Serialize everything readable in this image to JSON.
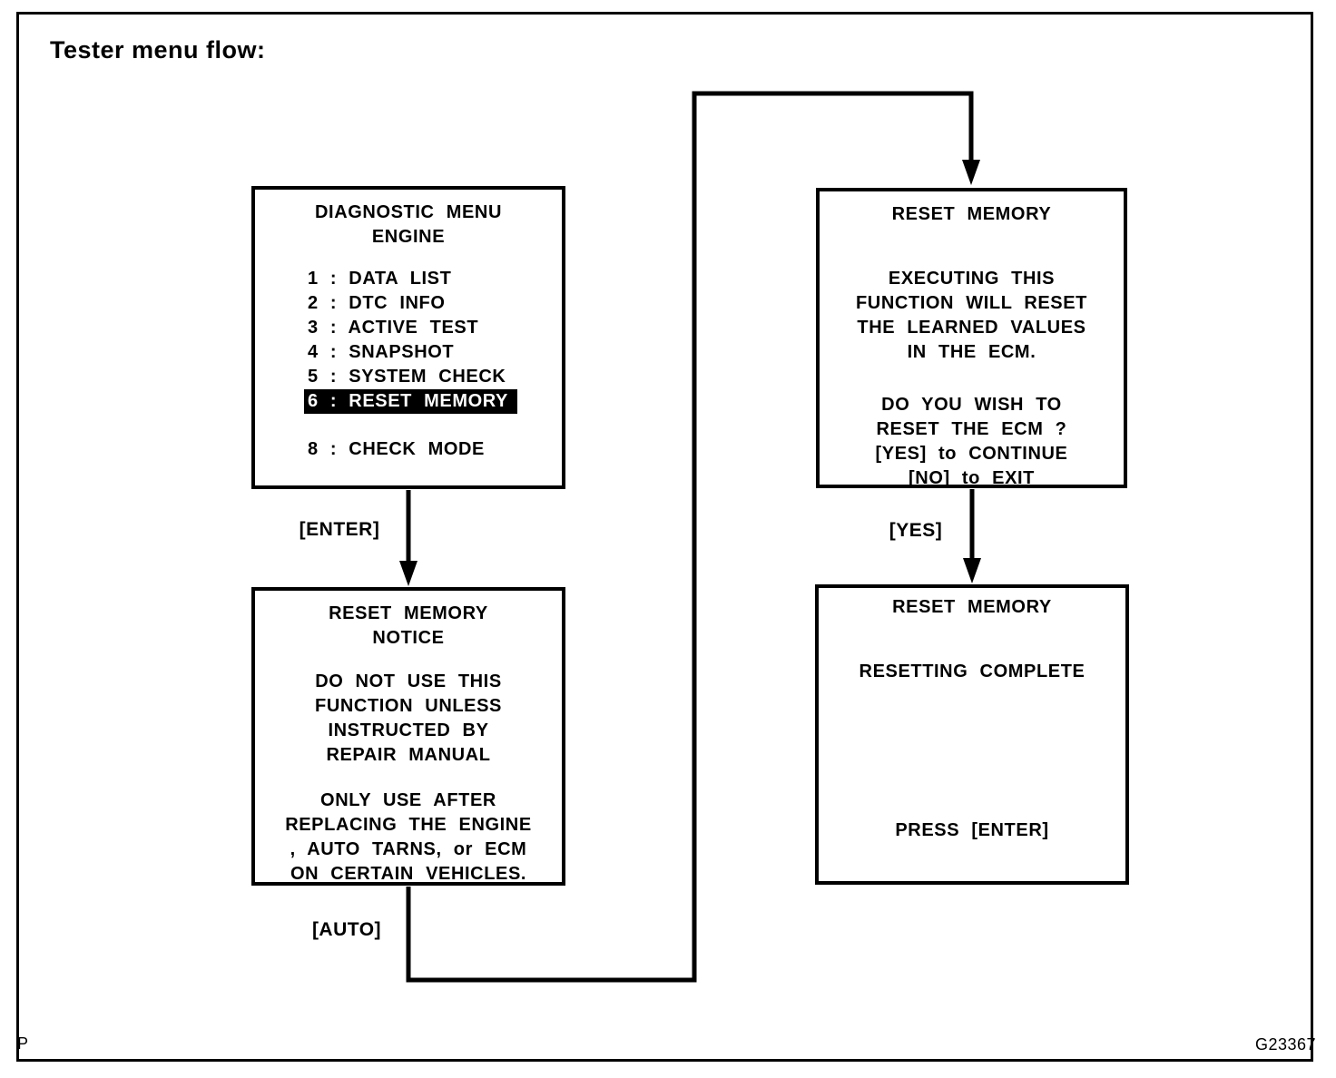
{
  "colors": {
    "foreground": "#000000",
    "background": "#ffffff",
    "highlight_bg": "#000000",
    "highlight_fg": "#ffffff"
  },
  "figure": {
    "title": "Tester menu flow:",
    "page_marker": "P",
    "figure_id": "G23367"
  },
  "screens": [
    {
      "name": "diagnostic-menu",
      "title_lines": [
        "DIAGNOSTIC MENU",
        "ENGINE"
      ],
      "items": [
        "1 : DATA LIST",
        "2 : DTC INFO",
        "3 : ACTIVE TEST",
        "4 : SNAPSHOT",
        "5 : SYSTEM CHECK",
        "6 : RESET MEMORY",
        "8 : CHECK MODE"
      ],
      "highlighted_item": "6 : RESET MEMORY"
    },
    {
      "name": "reset-memory-confirm",
      "title": "RESET MEMORY",
      "body1": [
        "EXECUTING THIS",
        "FUNCTION WILL RESET",
        "THE LEARNED VALUES",
        "IN THE ECM."
      ],
      "body2": [
        "DO YOU WISH TO",
        "RESET THE ECM ?",
        "[YES] to CONTINUE",
        "[NO] to EXIT"
      ]
    },
    {
      "name": "reset-memory-notice",
      "title_lines": [
        "RESET MEMORY",
        "NOTICE"
      ],
      "body1": [
        "DO NOT USE THIS",
        "FUNCTION UNLESS",
        "INSTRUCTED BY",
        "REPAIR MANUAL"
      ],
      "body2": [
        "ONLY USE AFTER",
        "REPLACING THE ENGINE",
        ", AUTO TARNS, or ECM",
        "ON CERTAIN VEHICLES."
      ]
    },
    {
      "name": "reset-memory-complete",
      "title": "RESET MEMORY",
      "body": "RESETTING COMPLETE",
      "footer": "PRESS [ENTER]"
    }
  ],
  "transitions": [
    {
      "label": "[ENTER]",
      "from": "diagnostic-menu",
      "to": "reset-memory-notice"
    },
    {
      "label": "[YES]",
      "from": "reset-memory-confirm",
      "to": "reset-memory-complete"
    },
    {
      "label": "[AUTO]",
      "from": "reset-memory-notice",
      "to": "reset-memory-confirm"
    }
  ]
}
